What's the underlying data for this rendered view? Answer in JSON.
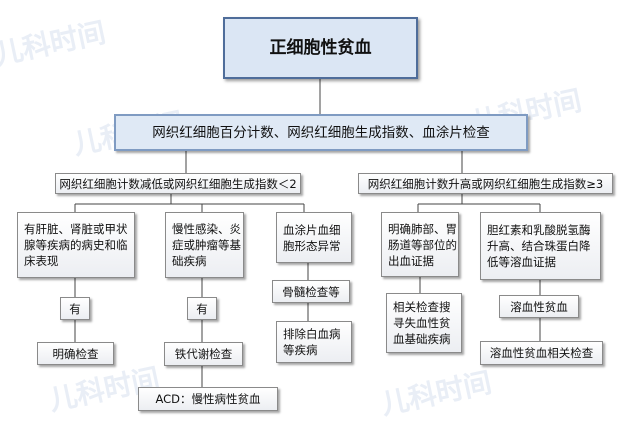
{
  "title": "正细胞性贫血",
  "level1": "网织红细胞百分计数、网织红细胞生成指数、血涂片检查",
  "branch_left": "网织红细胞计数减低或网织红细胞生成指数＜2",
  "branch_right": "网织红细胞计数升高或网织红细胞生成指数≥3",
  "columns": [
    {
      "cause": "有肝脏、肾脏或甲状腺等疾病的病史和临床表现",
      "step2": "有",
      "step3": "明确检查"
    },
    {
      "cause": "慢性感染、炎症或肿瘤等基础疾病",
      "step2": "有",
      "step3": "铁代谢检查",
      "step4": "ACD：慢性病性贫血"
    },
    {
      "cause": "血涂片血细胞形态异常",
      "step2": "骨髓检查等",
      "step3": "排除白血病等疾病"
    },
    {
      "cause": "明确肺部、胃肠道等部位的出血证据",
      "step2": "相关检查搜寻失血性贫血基础疾病"
    },
    {
      "cause": "胆红素和乳酸脱氢酶升高、结合珠蛋白降低等溶血证据",
      "step2": "溶血性贫血",
      "step3": "溶血性贫血相关检查"
    }
  ],
  "watermark": "儿科时间"
}
